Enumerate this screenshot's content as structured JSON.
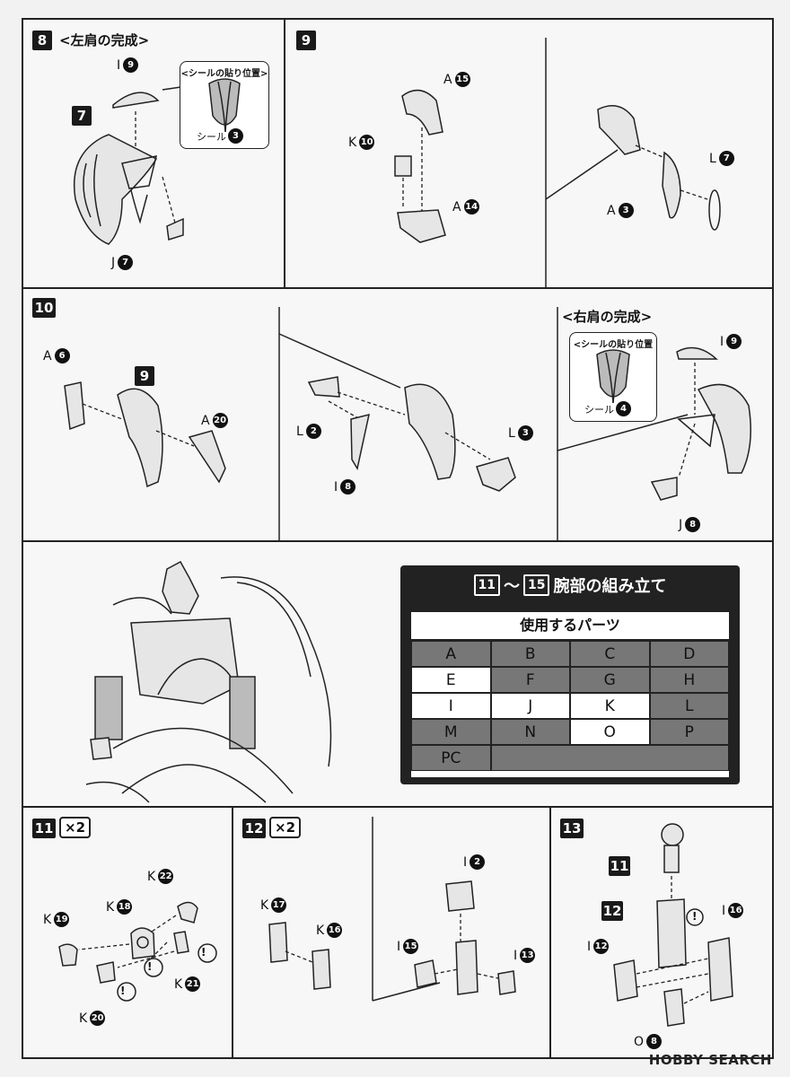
{
  "steps": {
    "s8": {
      "num": "8",
      "title": "<左肩の完成>",
      "seal": {
        "heading": "<シールの貼り位置>",
        "name": "シール",
        "num": "3"
      },
      "labels": [
        {
          "letter": "I",
          "num": "9"
        },
        {
          "num": "7"
        },
        {
          "letter": "J",
          "num": "7"
        }
      ]
    },
    "s9": {
      "num": "9",
      "labels": [
        {
          "letter": "A",
          "num": "15"
        },
        {
          "letter": "K",
          "num": "10"
        },
        {
          "letter": "A",
          "num": "14"
        },
        {
          "letter": "L",
          "num": "7"
        },
        {
          "letter": "A",
          "num": "3"
        }
      ]
    },
    "s10": {
      "num": "10",
      "sub": "9",
      "title": "<右肩の完成>",
      "seal": {
        "heading": "<シールの貼り位置>",
        "name": "シール",
        "num": "4"
      },
      "labels": [
        {
          "letter": "A",
          "num": "6"
        },
        {
          "letter": "A",
          "num": "20"
        },
        {
          "letter": "L",
          "num": "2"
        },
        {
          "letter": "L",
          "num": "3"
        },
        {
          "letter": "I",
          "num": "8"
        },
        {
          "letter": "I",
          "num": "9"
        },
        {
          "letter": "J",
          "num": "8"
        }
      ]
    },
    "s11": {
      "num": "11",
      "mult": "×2",
      "labels": [
        {
          "letter": "K",
          "num": "22"
        },
        {
          "letter": "K",
          "num": "18"
        },
        {
          "letter": "K",
          "num": "19"
        },
        {
          "letter": "K",
          "num": "21"
        },
        {
          "letter": "K",
          "num": "20"
        }
      ]
    },
    "s12": {
      "num": "12",
      "mult": "×2",
      "labels": [
        {
          "letter": "K",
          "num": "17"
        },
        {
          "letter": "K",
          "num": "16"
        },
        {
          "letter": "I",
          "num": "2"
        },
        {
          "letter": "I",
          "num": "15"
        },
        {
          "letter": "I",
          "num": "13"
        }
      ]
    },
    "s13": {
      "num": "13",
      "ref1": "11",
      "ref2": "12",
      "labels": [
        {
          "letter": "I",
          "num": "16"
        },
        {
          "letter": "I",
          "num": "12"
        },
        {
          "letter": "O",
          "num": "8"
        }
      ]
    }
  },
  "parts_table": {
    "range_start": "11",
    "range_sep": "〜",
    "range_end": "15",
    "title": "腕部の組み立て",
    "subtitle": "使用するパーツ",
    "cells": [
      {
        "label": "A",
        "used": true
      },
      {
        "label": "B",
        "used": true
      },
      {
        "label": "C",
        "used": true
      },
      {
        "label": "D",
        "used": true
      },
      {
        "label": "E",
        "used": false
      },
      {
        "label": "F",
        "used": true
      },
      {
        "label": "G",
        "used": true
      },
      {
        "label": "H",
        "used": true
      },
      {
        "label": "I",
        "used": false
      },
      {
        "label": "J",
        "used": false
      },
      {
        "label": "K",
        "used": false
      },
      {
        "label": "L",
        "used": true
      },
      {
        "label": "M",
        "used": true
      },
      {
        "label": "N",
        "used": true
      },
      {
        "label": "O",
        "used": false
      },
      {
        "label": "P",
        "used": true
      },
      {
        "label": "PC",
        "used": true
      }
    ]
  },
  "caution": "!",
  "watermark": "HOBBY SEARCH"
}
